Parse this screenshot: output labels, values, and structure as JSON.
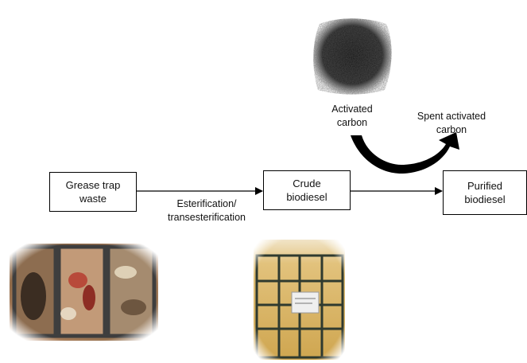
{
  "nodes": {
    "grease_trap": {
      "label_line1": "Grease trap",
      "label_line2": "waste"
    },
    "crude": {
      "label_line1": "Crude",
      "label_line2": "biodiesel"
    },
    "purified": {
      "label_line1": "Purified",
      "label_line2": "biodiesel"
    }
  },
  "edges": {
    "process": {
      "label_line1": "Esterification/",
      "label_line2": "transesterification"
    }
  },
  "carbon": {
    "activated": {
      "label_line1": "Activated",
      "label_line2": "carbon"
    },
    "spent": {
      "label_line1": "Spent activated",
      "label_line2": "carbon"
    }
  },
  "images": {
    "activated_carbon_photo": "activated carbon powder",
    "grease_trap_photo": "grease trap",
    "biodiesel_container_photo": "biodiesel container"
  },
  "colors": {
    "line": "#000000",
    "carbon": "#2a2a2a",
    "biodiesel": "#d9b25e"
  }
}
